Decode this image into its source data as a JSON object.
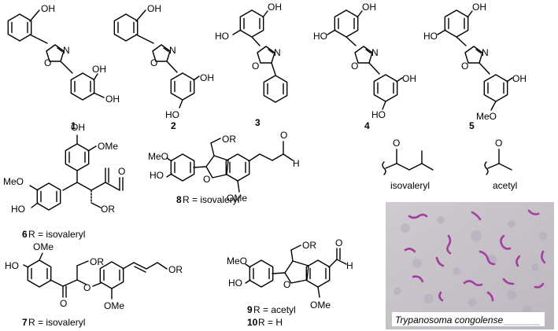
{
  "compounds": {
    "c1": {
      "number": "1"
    },
    "c2": {
      "number": "2"
    },
    "c3": {
      "number": "3"
    },
    "c4": {
      "number": "4"
    },
    "c5": {
      "number": "5"
    },
    "c6": {
      "number": "6",
      "caption": " R = isovaleryl"
    },
    "c7": {
      "number": "7",
      "caption": " R = isovaleryl"
    },
    "c8": {
      "number": "8",
      "caption": " R = isovaleryl"
    },
    "c9": {
      "number": "9",
      "caption": " R = acetyl"
    },
    "c10": {
      "number": "10",
      "caption": " R = H"
    }
  },
  "atoms": {
    "oh": "OH",
    "ho": "HO",
    "o": "O",
    "n": "N",
    "meo": "MeO",
    "ome": "OMe",
    "or": "OR",
    "h": "H"
  },
  "groups": {
    "isovaleryl": "isovaleryl",
    "acetyl": "acetyl"
  },
  "micrograph": {
    "caption": "Trypanosoma congolense",
    "colors": {
      "background": "#c7c3c8",
      "parasite": "#a43fa0",
      "cell": "#b2a9bc"
    }
  }
}
